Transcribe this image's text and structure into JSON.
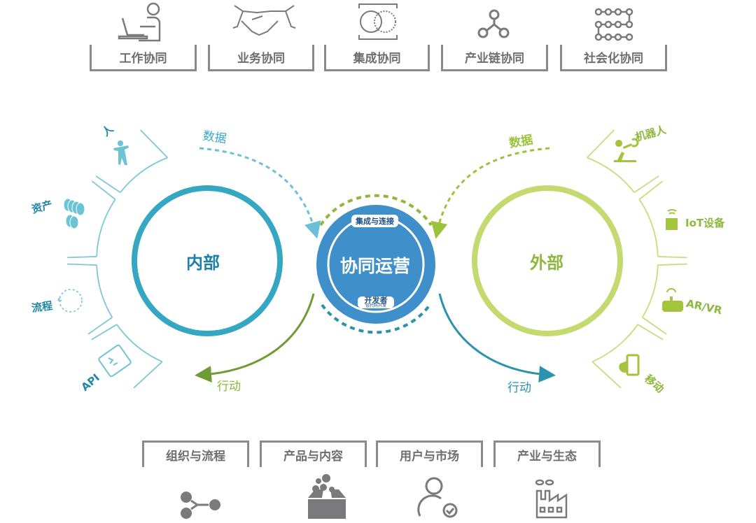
{
  "top_categories": [
    {
      "label": "工作协同",
      "icon": "person-at-laptop-icon"
    },
    {
      "label": "业务协同",
      "icon": "handshake-icon"
    },
    {
      "label": "集成协同",
      "icon": "venn-icon"
    },
    {
      "label": "产业链协同",
      "icon": "network-people-icon"
    },
    {
      "label": "社会化协同",
      "icon": "node-grid-icon"
    }
  ],
  "bottom_categories": [
    {
      "label": "组织与流程",
      "icon": "people-connect-icon"
    },
    {
      "label": "产品与内容",
      "icon": "open-box-icon"
    },
    {
      "label": "用户与市场",
      "icon": "user-check-icon"
    },
    {
      "label": "产业与生态",
      "icon": "factory-icon"
    }
  ],
  "internal": {
    "title": "内部",
    "items": [
      "人",
      "资产",
      "流程",
      "API"
    ],
    "data_label": "数据",
    "action_label": "行动"
  },
  "external": {
    "title": "外部",
    "items": [
      "机器人",
      "IoT设备",
      "AR/VR",
      "移动"
    ],
    "data_label": "数据",
    "action_label": "行动"
  },
  "center": {
    "title": "协同运营",
    "top_pill": "集成与连接",
    "bottom_pill": "开发者",
    "bottom_sub": "低代码开发"
  },
  "colors": {
    "internal": "#35a7c2",
    "external": "#c3da6f",
    "center": "#3e8fca",
    "gray": "#8a8a8c"
  }
}
